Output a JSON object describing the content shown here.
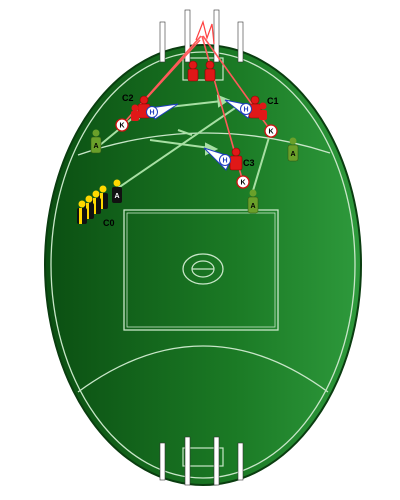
{
  "diagram": {
    "colors": {
      "field_light": "#2e9a3c",
      "field_dark": "#0b4f12",
      "line": "#c8e6c8",
      "post": "#ffffff",
      "attacker": "#6aa02a",
      "receiver": "#e01818",
      "queue": "#ffd800",
      "pass_arrow": "#a7dfa3",
      "kick_line": "#ff5a5a",
      "shade": "#1f3fc0"
    },
    "players": {
      "c0": {
        "label": "C0"
      },
      "c1": {
        "label": "C1"
      },
      "c2": {
        "label": "C2"
      },
      "c3": {
        "label": "C3"
      }
    },
    "markers": {
      "attacker_letter": "A",
      "hand_letter": "H",
      "kick_letter": "K"
    }
  }
}
